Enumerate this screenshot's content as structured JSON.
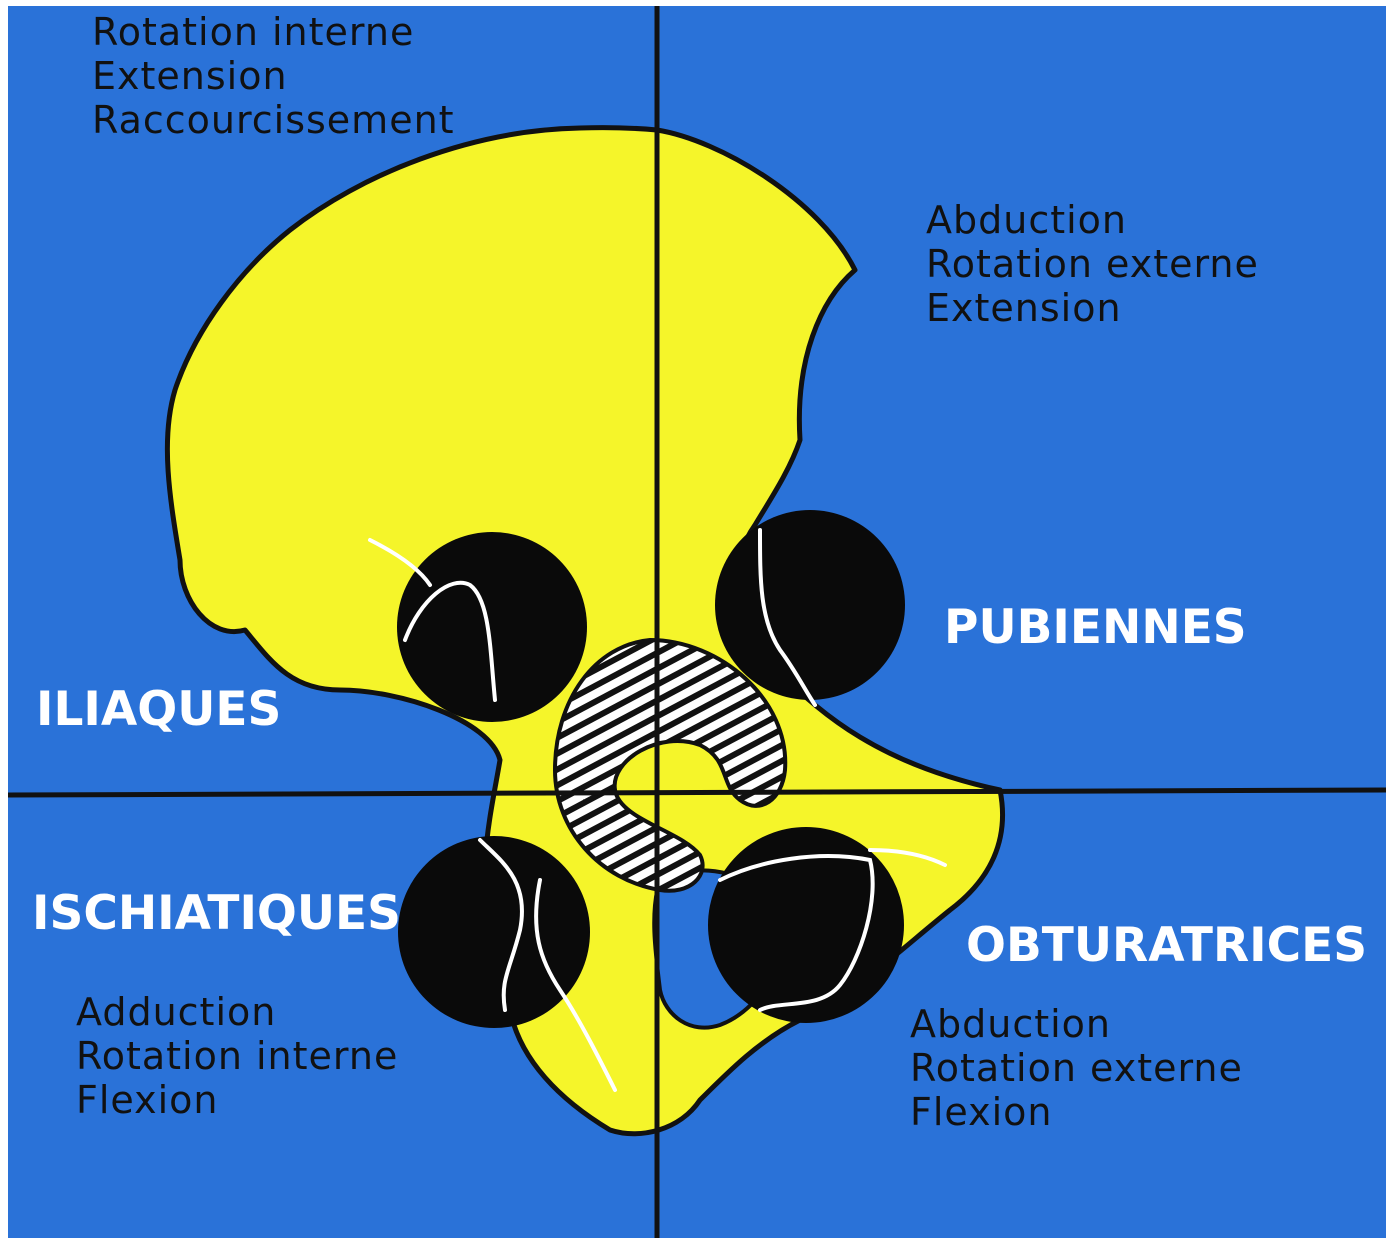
{
  "colors": {
    "background": "#2a72d8",
    "bone": "#f5f52a",
    "nodes": "#0a0a0a",
    "outline": "#111111",
    "region_label": "#ffffff",
    "motion_text": "#111111"
  },
  "quadrants": {
    "top_left": {
      "movements": [
        "Rotation interne",
        "Extension",
        "Raccourcissement"
      ]
    },
    "top_right": {
      "movements": [
        "Abduction",
        "Rotation externe",
        "Extension"
      ]
    },
    "bottom_left": {
      "movements": [
        "Adduction",
        "Rotation interne",
        "Flexion"
      ]
    },
    "bottom_right": {
      "movements": [
        "Abduction",
        "Rotation externe",
        "Flexion"
      ]
    }
  },
  "regions": {
    "iliaques": "ILIAQUES",
    "pubiennes": "PUBIENNES",
    "ischiatiques": "ISCHIATIQUES",
    "obturatrices": "OBTURATRICES"
  }
}
